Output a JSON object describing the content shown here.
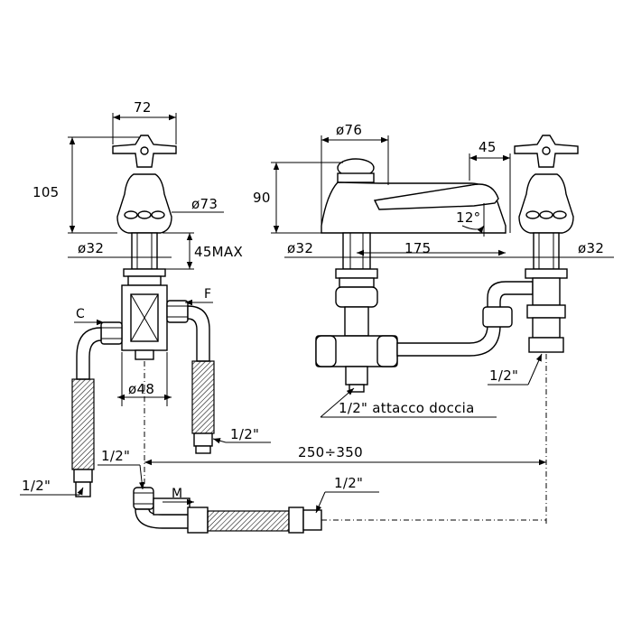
{
  "dimensions": {
    "cross_width": "72",
    "tap_height": "105",
    "tap_base_dia": "ø73",
    "tap_shank_dia": "ø32",
    "max_deck": "45MAX",
    "spout_base_dia": "ø76",
    "spout_height": "90",
    "spout_shank_dia": "ø32",
    "spout_reach": "175",
    "spout_offset": "45",
    "spout_angle": "12°",
    "right_tap_shank_dia": "ø32",
    "mixer_body_dia": "ø48",
    "spacing": "250÷350"
  },
  "labels": {
    "cold": "C",
    "hot": "F",
    "mixed": "M",
    "half_inch_left": "1/2\"",
    "half_inch_hot": "1/2\"",
    "half_inch_bottom_left": "1/2\"",
    "half_inch_bottom_right": "1/2\"",
    "half_inch_right": "1/2\"",
    "shower": "1/2\" attacco doccia"
  }
}
